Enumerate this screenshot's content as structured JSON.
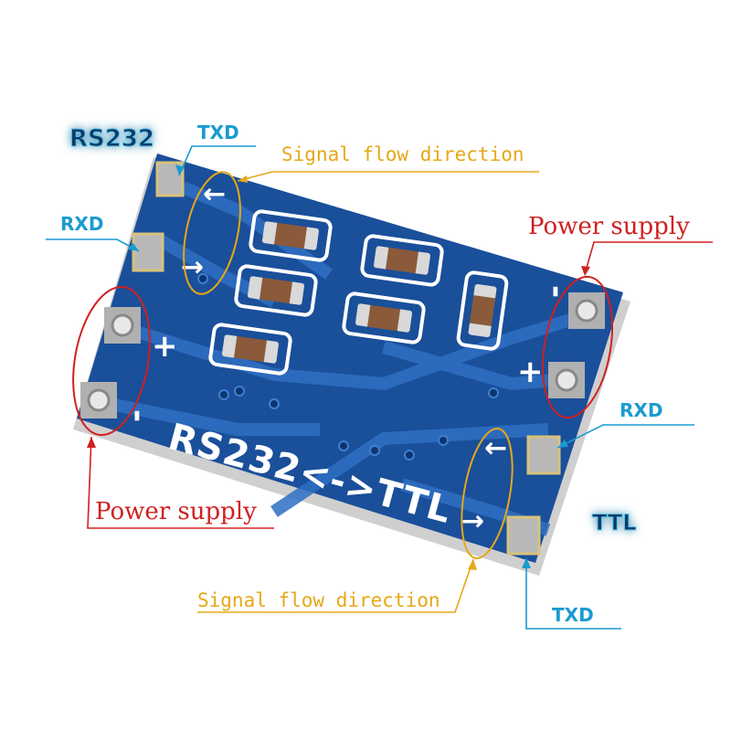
{
  "labels": {
    "rs232_header": "RS232",
    "ttl_header": "TTL",
    "txd_top": "TXD",
    "rxd_left": "RXD",
    "rxd_right": "RXD",
    "txd_bottom": "TXD",
    "signal_flow_top": "Signal flow direction",
    "signal_flow_bottom": "Signal flow direction",
    "power_supply_right": "Power supply",
    "power_supply_left": "Power supply"
  },
  "silkscreen": {
    "board_text": "RS232<->TTL",
    "plus_left": "+",
    "minus_left": "-",
    "plus_right": "+",
    "minus_right": "-",
    "arrow_left": "←",
    "arrow_right": "→"
  },
  "colors": {
    "pcb": "#1a4f9a",
    "trace": "#2e6fc2",
    "silk": "#ffffff",
    "pad": "#b8b8b8",
    "cyan_label": "#1a9bd0",
    "orange_label": "#e6a817",
    "red_label": "#d02020",
    "cyan_glow": "#5ec8f0"
  }
}
